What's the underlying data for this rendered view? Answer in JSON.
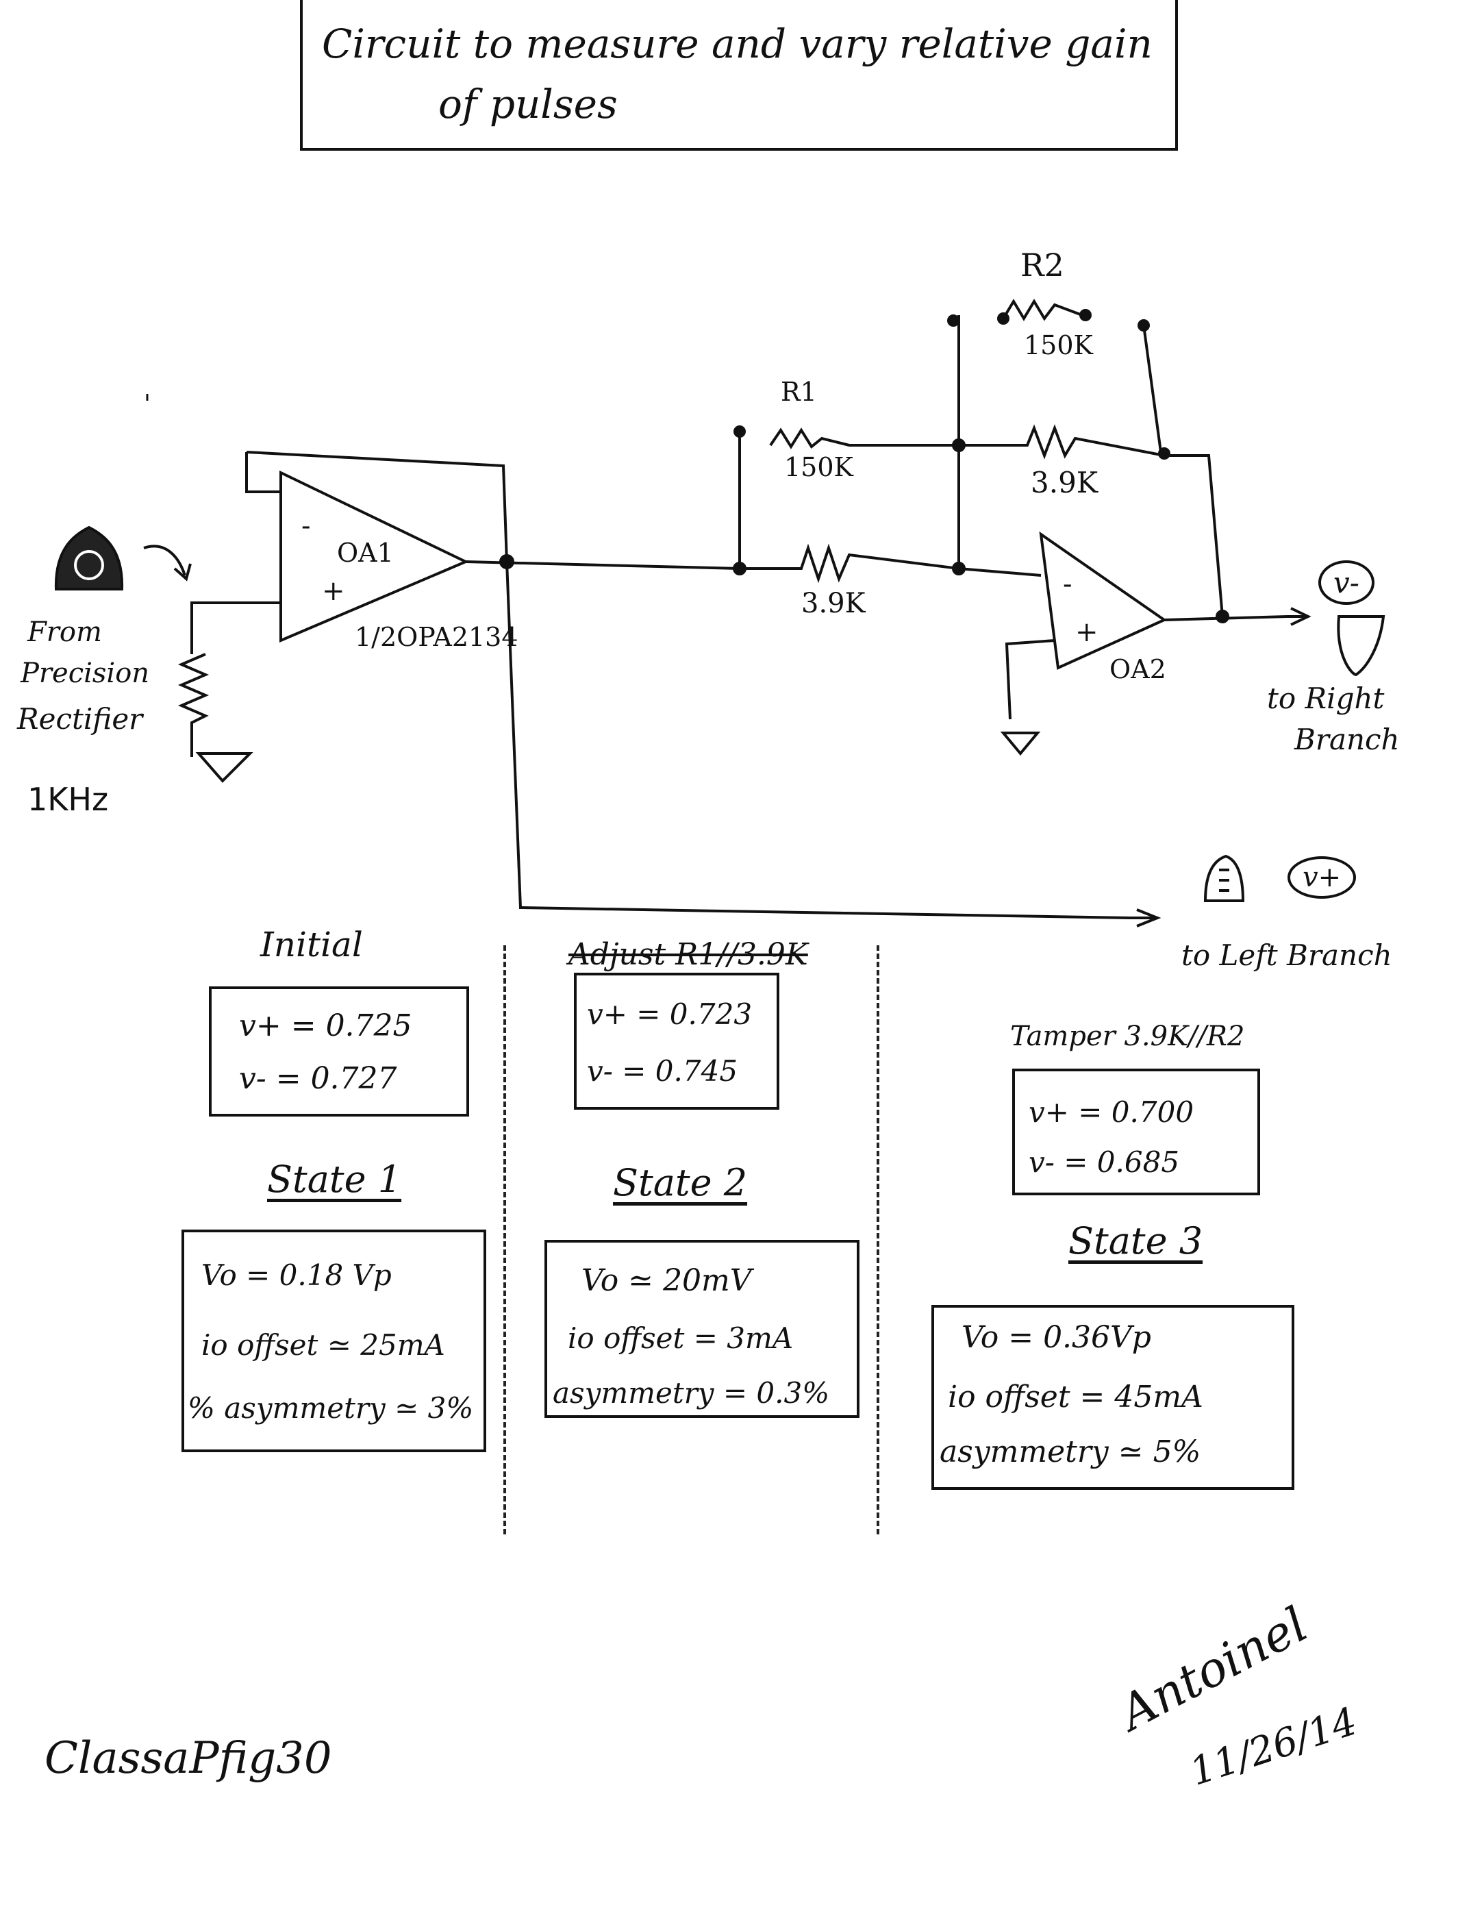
{
  "title": {
    "line1": "Circuit to measure and vary relative gain",
    "line2": "of pulses"
  },
  "components": {
    "oa1_name": "OA1",
    "oa1_part": "1/2OPA2134",
    "oa2_name": "OA2",
    "r1_label": "R1",
    "r1_value": "150K",
    "r2_label": "R2",
    "r2_value": "150K",
    "res_top_value": "3.9K",
    "res_mid_value": "3.9K",
    "minus_sign": "-",
    "plus_sign": "+"
  },
  "source": {
    "line1": "From",
    "line2": "Precision",
    "line3": "Rectifier",
    "freq": "1KHz"
  },
  "outputs": {
    "right_symbol": "v-",
    "right_line1": "to Right",
    "right_line2": "Branch",
    "left_symbol": "v+",
    "left_label": "to Left Branch"
  },
  "columns": [
    {
      "heading": "Initial",
      "vplus": "v+ = 0.725",
      "vminus": "v- = 0.727",
      "state": "State 1",
      "results": [
        "Vo = 0.18 Vp",
        "io offset ≃ 25mA",
        "% asymmetry ≃ 3%"
      ]
    },
    {
      "heading": "Adjust R1//3.9K",
      "vplus": "v+ = 0.723",
      "vminus": "v- = 0.745",
      "state": "State 2",
      "results": [
        "Vo ≃ 20mV",
        "io offset = 3mA",
        "asymmetry = 0.3%"
      ]
    },
    {
      "heading": "Tamper 3.9K//R2",
      "vplus": "v+ = 0.700",
      "vminus": "v- = 0.685",
      "state": "State 3",
      "results": [
        "Vo = 0.36Vp",
        "io offset = 45mA",
        "asymmetry ≃ 5%"
      ]
    }
  ],
  "footer": {
    "figure": "ClassaPfig30",
    "author": "Antoinel",
    "date": "11/26/14"
  }
}
